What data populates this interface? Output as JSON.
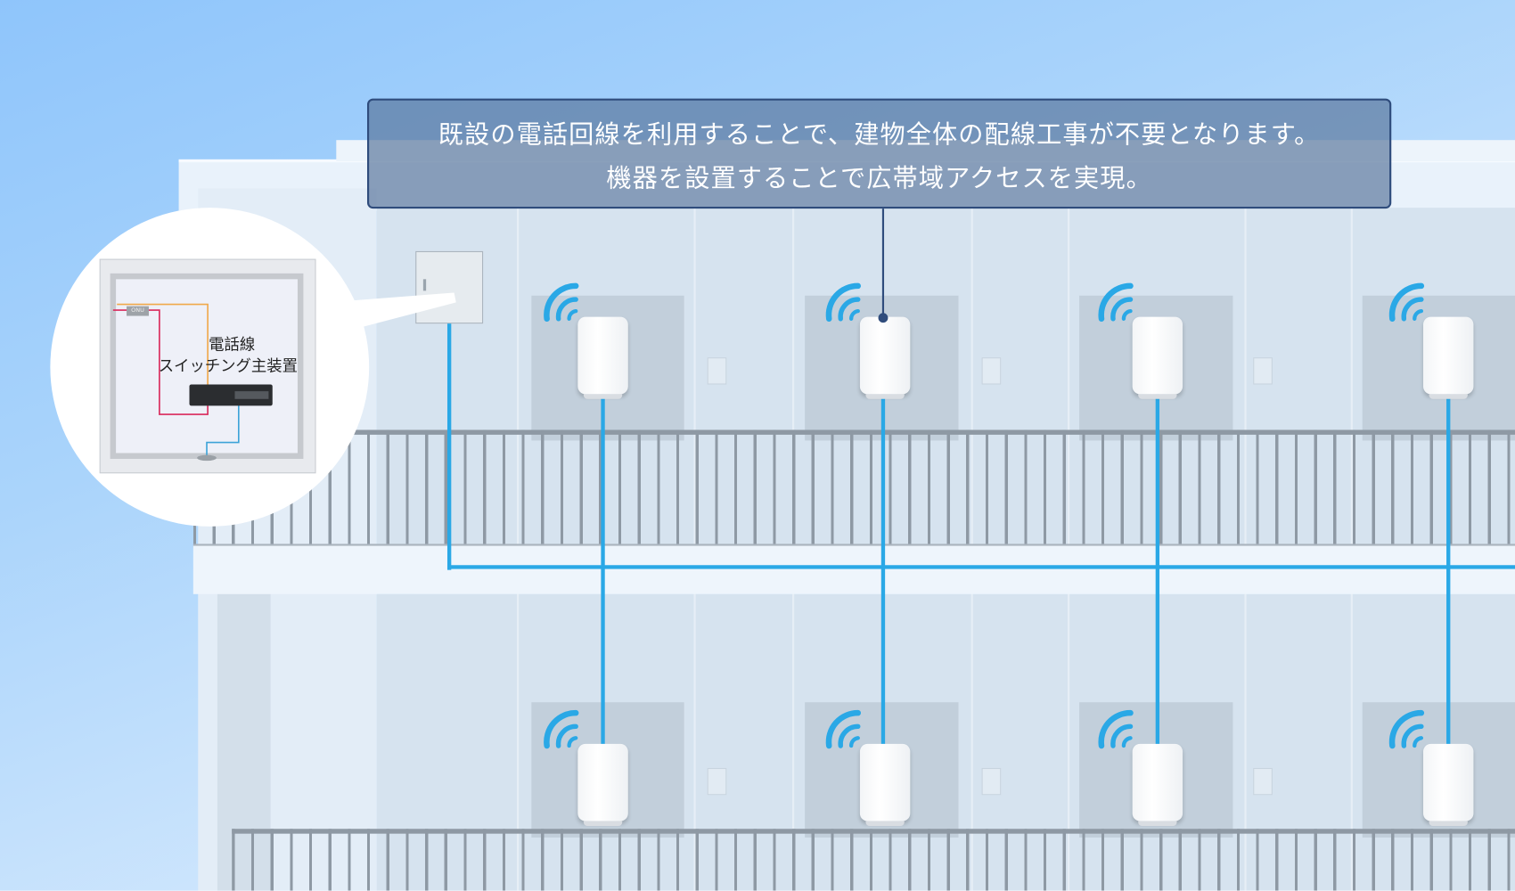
{
  "caption": {
    "line1": "既設の電話回線を利用することで、建物全体の配線工事が不要となります。",
    "line2": "機器を設置することで広帯域アクセスを実現。"
  },
  "inset": {
    "onu_label": "ONU",
    "label_line1": "電話線",
    "label_line2": "スイッチング主装置"
  },
  "colors": {
    "cable": "#2aa8e6",
    "caption_bg": "#58749b",
    "wifi": "#2aa8e6"
  },
  "icons": [
    "wifi-icon",
    "access-point-device",
    "distribution-box",
    "switching-unit"
  ]
}
